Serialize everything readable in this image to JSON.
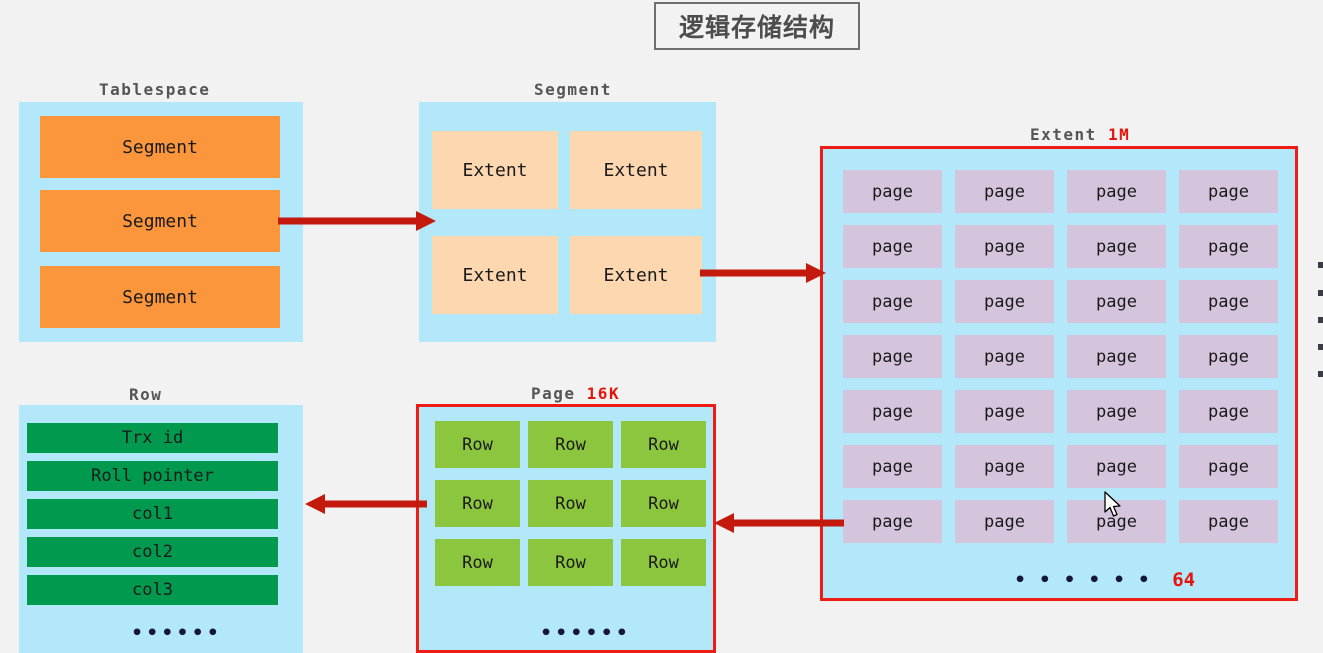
{
  "title": "逻辑存储结构",
  "accent_color": "#e8140a",
  "colors": {
    "panel_blue": "#b3e8fb",
    "segment_orange": "#fb963c",
    "extent_peach": "#fdd7b0",
    "page_lavender": "#d4c4dc",
    "row_green": "#8cc63f",
    "col_dark_green": "#00994e",
    "arrow_red": "#c41a0e",
    "outline_red": "#ee1c12",
    "background": "#f2f2f2"
  },
  "groups": {
    "tablespace": {
      "label": "Tablespace",
      "items": [
        "Segment",
        "Segment",
        "Segment"
      ]
    },
    "segment": {
      "label": "Segment",
      "items": [
        "Extent",
        "Extent",
        "Extent",
        "Extent"
      ]
    },
    "extent": {
      "label": "Extent",
      "size": "1M",
      "items": [
        "page",
        "page",
        "page",
        "page",
        "page",
        "page",
        "page",
        "page",
        "page",
        "page",
        "page",
        "page",
        "page",
        "page",
        "page",
        "page",
        "page",
        "page",
        "page",
        "page",
        "page",
        "page",
        "page",
        "page",
        "page",
        "page",
        "page",
        "page"
      ],
      "footer_dots": "• • • • • •",
      "footer_count": "64"
    },
    "page": {
      "label": "Page",
      "size": "16K",
      "items": [
        "Row",
        "Row",
        "Row",
        "Row",
        "Row",
        "Row",
        "Row",
        "Row",
        "Row"
      ],
      "footer_dots": "••••••"
    },
    "row": {
      "label": "Row",
      "items": [
        "Trx id",
        "Roll pointer",
        "col1",
        "col2",
        "col3"
      ],
      "footer_dots": "••••••"
    }
  },
  "arrows": [
    {
      "name": "tablespace-to-segment",
      "direction": "right"
    },
    {
      "name": "segment-to-extent",
      "direction": "right"
    },
    {
      "name": "extent-to-page",
      "direction": "left"
    },
    {
      "name": "page-to-row",
      "direction": "left"
    }
  ]
}
